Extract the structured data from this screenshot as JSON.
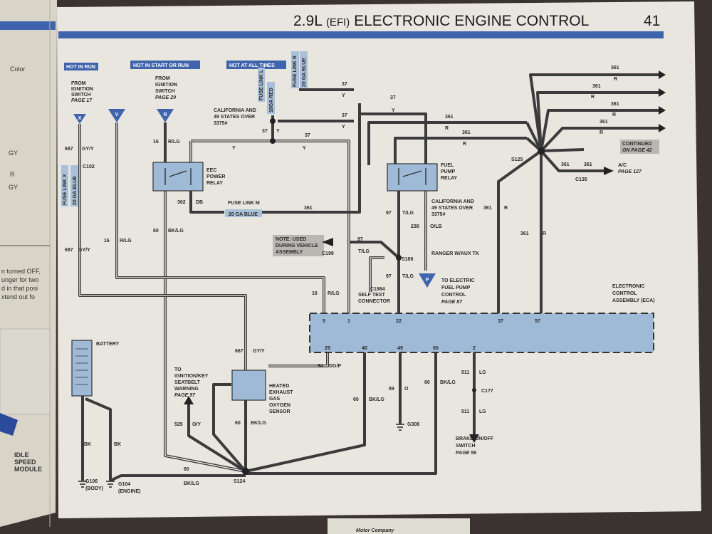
{
  "header": {
    "title_pre": "2.9L",
    "title_mid": "(EFI)",
    "title_post": "ELECTRONIC ENGINE CONTROL",
    "page_number": "41"
  },
  "tags": {
    "hot_in_run": "HOT IN RUN",
    "hot_in_start_or_run": "HOT IN START OR RUN",
    "hot_at_all_times": "HOT AT ALL TIMES"
  },
  "connectors": {
    "x": "X",
    "v": "V",
    "r": "R",
    "p": "P"
  },
  "fuse_links": {
    "fuse_link_r": "FUSE LINK R",
    "fuse_link_r_wire": "20 GA BLUE",
    "fuse_link_l": "FUSE LINK L",
    "fuse_link_l_wire": "18GA RED",
    "fuse_link_x": "FUSE LINK X",
    "fuse_link_x_wire": "20 GA BLUE",
    "fuse_link_m": "FUSE LINK M",
    "fuse_link_m_wire": "20 GA BLUE"
  },
  "sources": {
    "ign_run_1": "FROM",
    "ign_run_2": "IGNITION",
    "ign_run_3": "SWITCH",
    "ign_run_4": "PAGE 17",
    "ign_start_1": "FROM",
    "ign_start_2": "IGNITION",
    "ign_start_3": "SWITCH",
    "ign_start_4": "PAGE 29",
    "calif_1": "CALIFORNIA AND",
    "calif_2": "49 STATES OVER",
    "calif_3": "3375#"
  },
  "components": {
    "eec_relay_1": "EEC",
    "eec_relay_2": "POWER",
    "eec_relay_3": "RELAY",
    "fuel_relay_1": "FUEL",
    "fuel_relay_2": "PUMP",
    "fuel_relay_3": "RELAY",
    "calif2_1": "CALIFORNIA AND",
    "calif2_2": "49 STATES OVER",
    "calif2_3": "3375#",
    "battery": "BATTERY",
    "heated_1": "HEATED",
    "heated_2": "EXHAUST",
    "heated_3": "GAS",
    "heated_4": "OXYGEN",
    "heated_5": "SENSOR",
    "eca_1": "ELECTRONIC",
    "eca_2": "CONTROL",
    "eca_3": "ASSEMBLY (ECA)"
  },
  "notes": {
    "note_1": "NOTE: USED",
    "note_2": "DURING VEHICLE",
    "note_3": "ASSEMBLY",
    "continued_1": "CONTINUED",
    "continued_2": "ON PAGE 42"
  },
  "refs": {
    "ac_1": "A/C",
    "ac_2": "PAGE 127",
    "fuel_1": "TO ELECTRIC",
    "fuel_2": "FUEL PUMP",
    "fuel_3": "CONTROL",
    "fuel_4": "PAGE 87",
    "selftest_1": "SELF TEST",
    "selftest_2": "CONNECTOR",
    "ranger": "RANGER W/AUX TK",
    "ign_1": "TO",
    "ign_2": "IGNITION/KEY",
    "ign_3": "SEATBELT",
    "ign_4": "WARNING",
    "ign_5": "PAGE 97",
    "brake_1": "BRAKE ON/OFF",
    "brake_2": "SWITCH",
    "brake_3": "PAGE 56"
  },
  "splices": {
    "s125": "S125",
    "s186": "S186",
    "s124": "S124",
    "c102": "C102",
    "c135": "C135",
    "c199": "C199",
    "c1984": "C1984",
    "c177": "C177",
    "g308": "G308",
    "g106": "G106",
    "g106b": "(BODY)",
    "g104": "G104",
    "g104b": "(ENGINE)"
  },
  "eca_pins_top": [
    "5",
    "1",
    "22",
    "37",
    "57"
  ],
  "eca_pins_bottom": [
    "29",
    "40",
    "49",
    "60",
    "2"
  ],
  "wire_labels": {
    "w37a": "37",
    "ya": "Y",
    "w37b": "37",
    "yb": "Y",
    "w37c": "37",
    "yc": "Y",
    "w37d": "37",
    "yd": "Y",
    "w37e": "37",
    "ye": "Y",
    "w16a": "16",
    "rlga": "R/LG",
    "w687a": "687",
    "gya": "GY/Y",
    "w302": "302",
    "db": "DB",
    "w361m": "361",
    "w60a": "60",
    "bklga": "BK/LG",
    "w16b": "16",
    "rlgb": "R/LG",
    "w687b": "687",
    "gyb": "GY/Y",
    "w16c": "16",
    "rlgc": "R/LG",
    "w687c": "687",
    "gyc": "GY/Y",
    "w94": "94",
    "dgp": "DG/P",
    "w361a": "361",
    "w361b": "361",
    "w361c": "361",
    "w361d": "361",
    "w361e": "361",
    "w361f": "361",
    "w361g": "361",
    "w361h": "361",
    "w361i": "361",
    "w361j": "361",
    "ra": "R",
    "rb": "R",
    "rc": "R",
    "rd": "R",
    "re": "R",
    "rf": "R",
    "rg": "R",
    "w97a": "97",
    "tlga": "T/LG",
    "w238": "238",
    "olb": "O/LB",
    "w97b": "97",
    "tlgb": "T/LG",
    "w97c": "97",
    "tlgc": "T/LG",
    "w89": "89",
    "o": "O",
    "w60b": "60",
    "bklgb": "BK/LG",
    "w60c": "60",
    "bklgc": "BK/LG",
    "w511a": "511",
    "lga": "LG",
    "w511b": "511",
    "lgb": "LG",
    "w525": "525",
    "oy": "O/Y",
    "w60d": "60",
    "bklgd": "BK/LG",
    "bka": "BK",
    "bkb": "BK",
    "w60e": "60",
    "bklge": "BK/LG"
  },
  "left_page": {
    "col1": "Color",
    "gy1": "GY",
    "r": "R",
    "gy2": "GY",
    "t1": "n turned OFF,",
    "t2": "unger for two",
    "t3": "d in that posi",
    "t4": "xtend out fo",
    "idle_1": "IDLE",
    "idle_2": "SPEED",
    "idle_3": "MODULE"
  },
  "footer": {
    "company": "Motor Company"
  }
}
